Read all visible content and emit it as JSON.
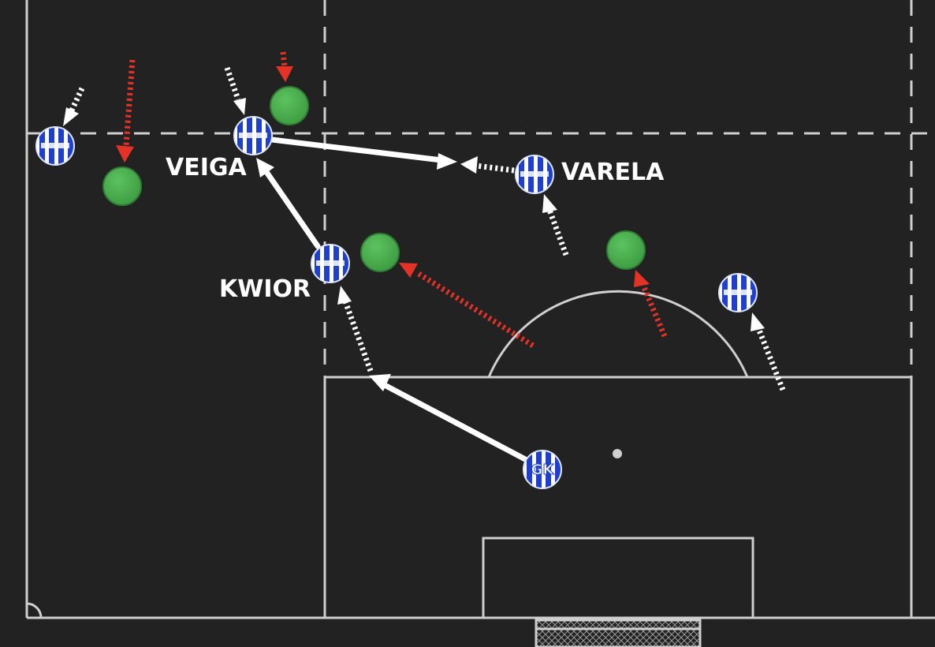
{
  "colors": {
    "background": "#222222",
    "lines": "#cfcfcf",
    "team_blue": "#1e3fd0",
    "team_white": "#ffffff",
    "opponent_green": "#4caf50",
    "pass_arrow": "#ffffff",
    "run_arrow_team": "#ffffff",
    "run_arrow_opponent": "#e53227"
  },
  "labels": {
    "veiga": "VEIGA",
    "varela": "VARELA",
    "kwior": "KWIOR",
    "goalkeeper": "GK"
  }
}
